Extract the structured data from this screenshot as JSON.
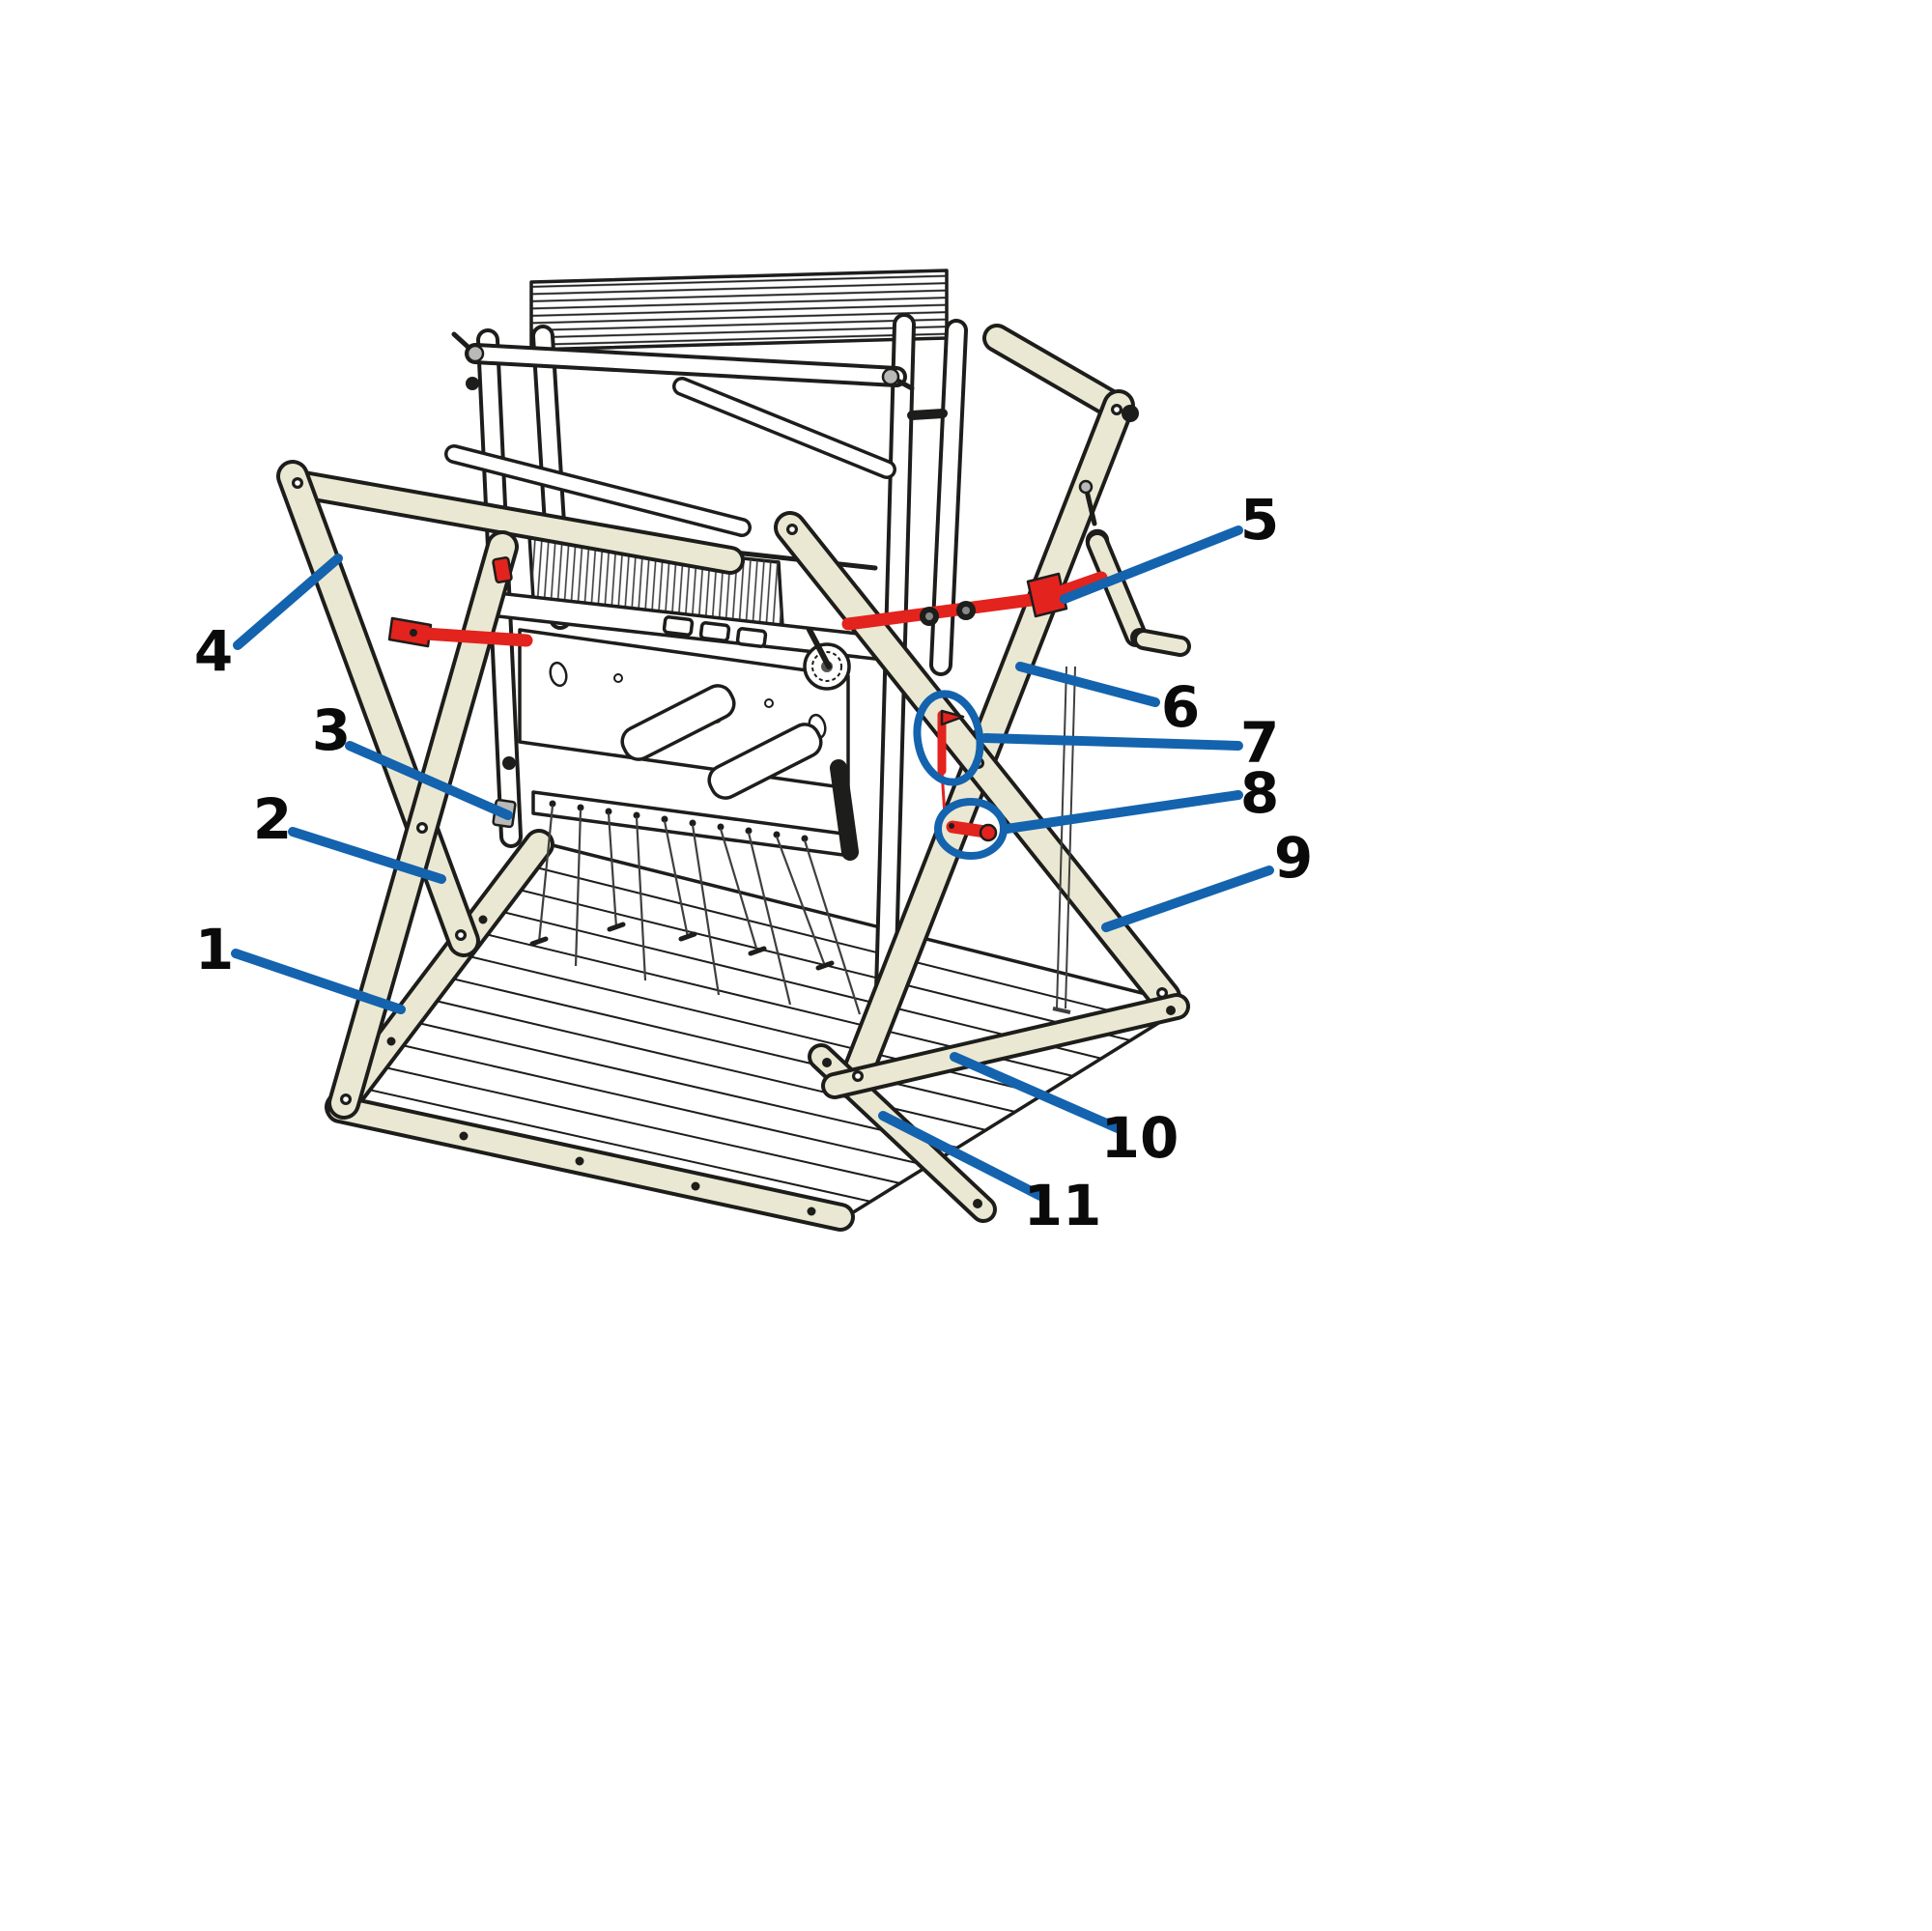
{
  "figure": {
    "type": "parts-diagram",
    "subject": "folding loom with numbered parts and blue callout leader lines",
    "callouts": [
      {
        "label": "1",
        "circled": false
      },
      {
        "label": "2",
        "circled": false
      },
      {
        "label": "3",
        "circled": false
      },
      {
        "label": "4",
        "circled": false
      },
      {
        "label": "5",
        "circled": false
      },
      {
        "label": "6",
        "circled": false
      },
      {
        "label": "7",
        "circled": true
      },
      {
        "label": "8",
        "circled": true
      },
      {
        "label": "9",
        "circled": false
      },
      {
        "label": "10",
        "circled": false
      },
      {
        "label": "11",
        "circled": false
      }
    ],
    "colors": {
      "accent_blue": "#1463ae",
      "highlight_red": "#e3231d",
      "wood_cream": "#eae8d2",
      "outline_ink": "#1d1d1b",
      "background": "#ffffff"
    }
  }
}
